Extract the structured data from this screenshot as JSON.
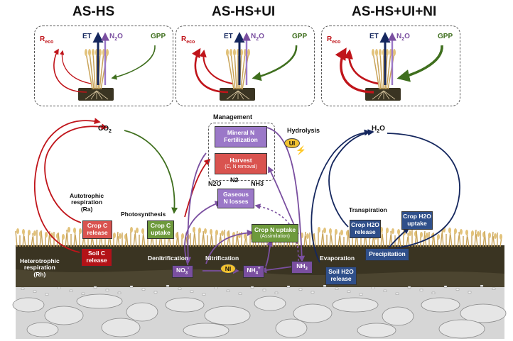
{
  "titles": [
    "AS-HS",
    "AS-HS+UI",
    "AS-HS+UI+NI"
  ],
  "panel_labels": {
    "reco_main": "R",
    "reco_sub": "eco",
    "et": "ET",
    "n2o_main": "N",
    "n2o_sub": "2",
    "n2o_end": "O",
    "gpp": "GPP"
  },
  "co2": {
    "main": "CO",
    "sub": "2"
  },
  "h2o_top": {
    "main": "H",
    "sub": "2",
    "end": "O"
  },
  "management": "Management",
  "mineral_n": [
    "Mineral N",
    "Fertilization"
  ],
  "harvest": [
    "Harvest",
    "(C, N removal)"
  ],
  "hydrolysis": "Hydrolysis",
  "ui": "UI",
  "ni": "NI",
  "gas_labels": {
    "n2o": "N2O",
    "n2": "N2",
    "nh3": "NH3"
  },
  "gaseous_losses": [
    "Gaseous",
    "N losses"
  ],
  "autotrophic": [
    "Autotrophic",
    "respiration",
    "(Ra)"
  ],
  "photosynthesis": "Photosynthesis",
  "crop_c_release": [
    "Crop C",
    "release"
  ],
  "crop_c_uptake": [
    "Crop C",
    "uptake"
  ],
  "soil_c_release": [
    "Soil C",
    "release"
  ],
  "heterotrophic": [
    "Heterotrophic",
    "respiration",
    "(Rh)"
  ],
  "denitrification": "Denitrification",
  "nitrification": "Nitrification",
  "crop_n_uptake": [
    "Crop N uptake",
    "(Assimilation)"
  ],
  "no3": {
    "main": "NO",
    "sub": "3",
    "sup": "-"
  },
  "nh4": {
    "main": "NH",
    "sub": "4",
    "sup": "+"
  },
  "nh3": {
    "main": "NH",
    "sub": "3"
  },
  "transpiration": "Transpiration",
  "crop_h2o_release": [
    "Crop H2O",
    "release"
  ],
  "crop_h2o_uptake": [
    "Crop H2O",
    "uptake"
  ],
  "precipitation": "Precipitation",
  "evaporation": "Evaporation",
  "soil_h2o_release": [
    "Soil H2O",
    "release"
  ],
  "colors": {
    "carbon": "#c0141a",
    "green": "#3f6f1e",
    "purple": "#7a4fa0",
    "navy": "#15275e",
    "soil": "#3a3422",
    "rock": "#cfcfcf",
    "crop_c": "#d9534f",
    "crop_green": "#6e9a3c",
    "n_box": "#9b78c8",
    "water_box": "#2f4f8a"
  }
}
